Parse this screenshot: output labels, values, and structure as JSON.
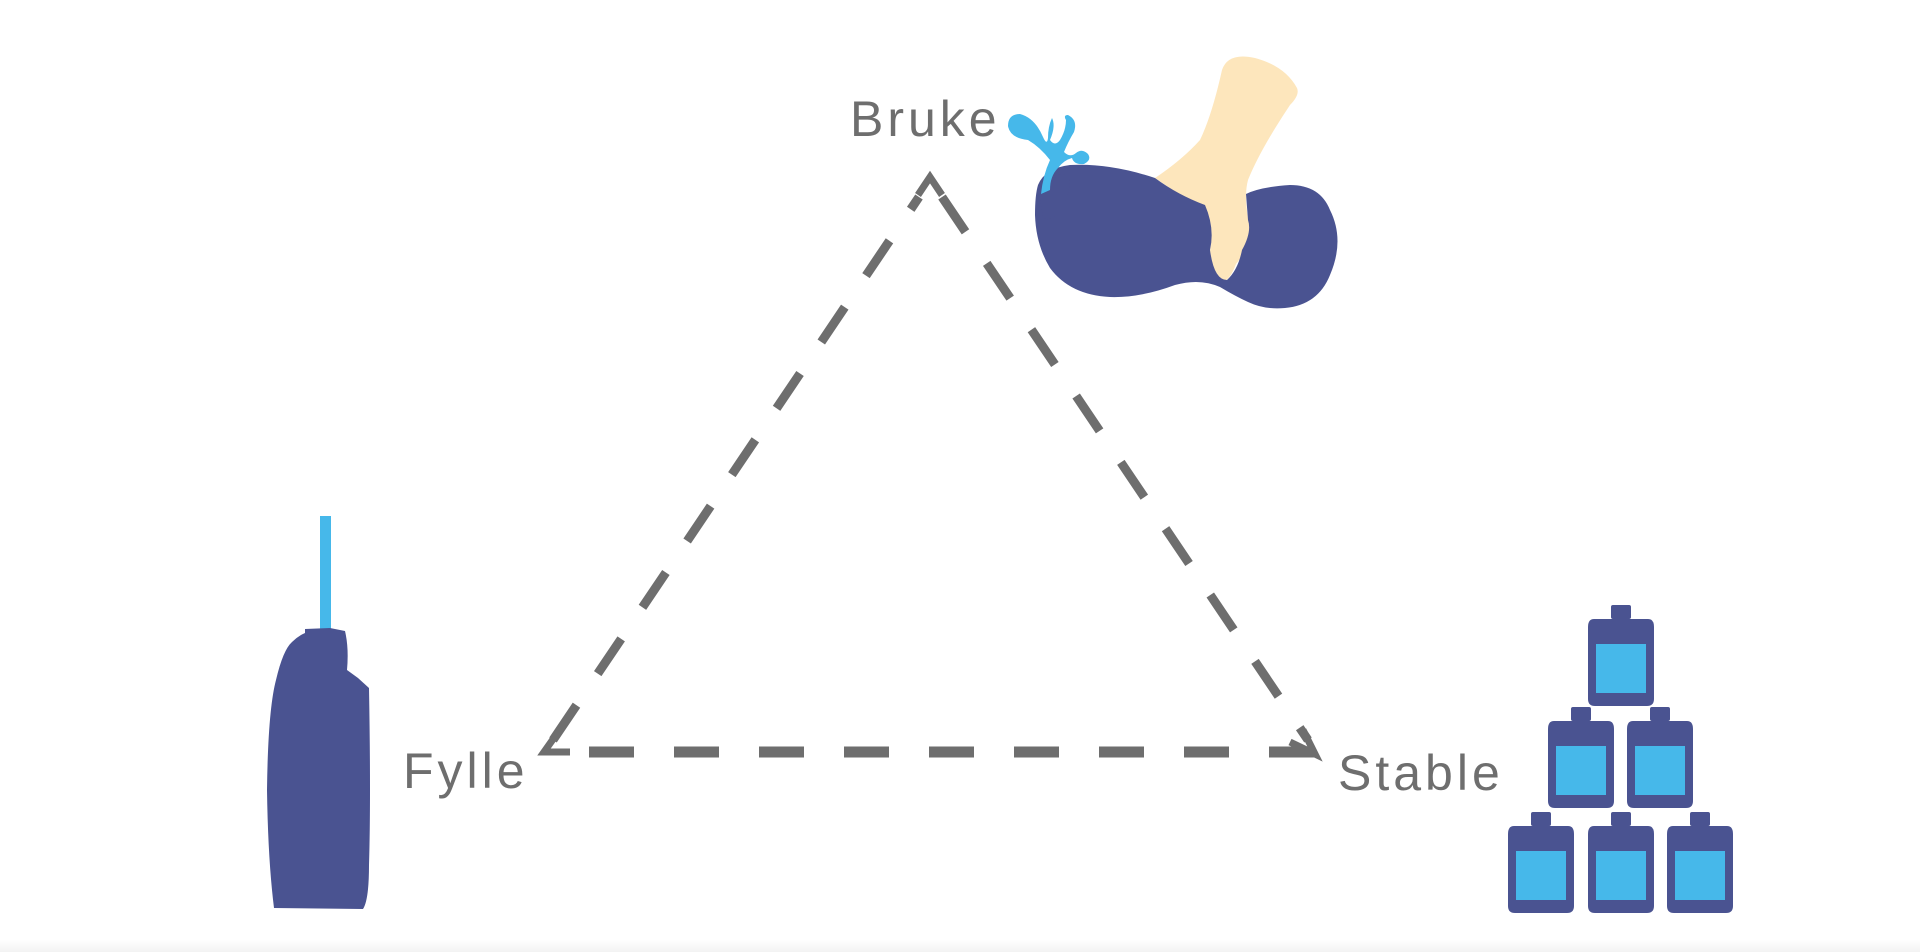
{
  "diagram": {
    "nodes": {
      "top": {
        "label": "Bruke",
        "icon": "bottle-squeezed-by-hand-icon"
      },
      "left": {
        "label": "Fylle",
        "icon": "bottle-being-filled-icon"
      },
      "right": {
        "label": "Stable",
        "icon": "stacked-bottles-icon"
      }
    },
    "edges": [
      {
        "from": "Fylle",
        "to": "Bruke",
        "style": "dashed",
        "arrow": "to"
      },
      {
        "from": "Bruke",
        "to": "Stable",
        "style": "dashed",
        "arrow": "to"
      },
      {
        "from": "Stable",
        "to": "Fylle",
        "style": "dashed",
        "arrow": "to"
      }
    ],
    "colors": {
      "bottle": "#4a5391",
      "liquid": "#46b8ea",
      "hand": "#fde6bc",
      "arrow": "#6e6e6e",
      "text": "#6e6e6e"
    }
  }
}
